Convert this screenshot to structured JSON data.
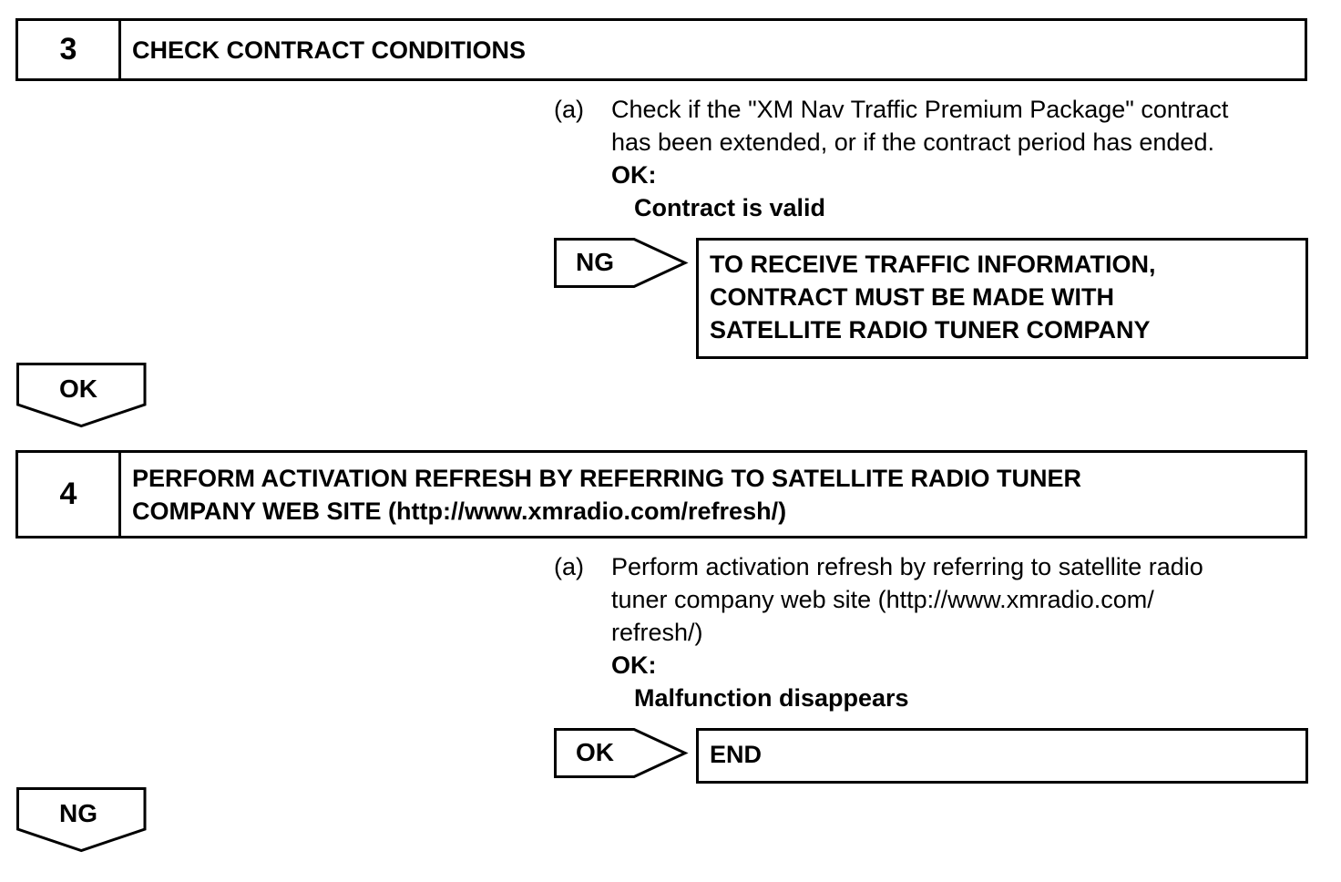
{
  "step3": {
    "number": "3",
    "title": "CHECK CONTRACT CONDITIONS",
    "item_marker": "(a)",
    "item_line1": "Check if the \"XM Nav Traffic Premium Package\" contract",
    "item_line2": "has been extended, or if the contract period has ended.",
    "ok_label": "OK:",
    "ok_value": "Contract is valid",
    "ng_label": "NG",
    "ng_result_line1": "TO RECEIVE TRAFFIC INFORMATION,",
    "ng_result_line2": "CONTRACT MUST BE MADE WITH",
    "ng_result_line3": "SATELLITE RADIO TUNER COMPANY",
    "ok_arrow_label": "OK"
  },
  "step4": {
    "number": "4",
    "title_line1": "PERFORM ACTIVATION REFRESH BY REFERRING TO SATELLITE RADIO TUNER",
    "title_line2": "COMPANY WEB SITE (http://www.xmradio.com/refresh/)",
    "item_marker": "(a)",
    "item_line1": "Perform activation refresh by referring to satellite radio",
    "item_line2": "tuner company web site (http://www.xmradio.com/",
    "item_line3": "refresh/)",
    "ok_label": "OK:",
    "ok_value": "Malfunction disappears",
    "ok_label_arrow": "OK",
    "ok_result": "END",
    "ng_arrow_label": "NG"
  }
}
